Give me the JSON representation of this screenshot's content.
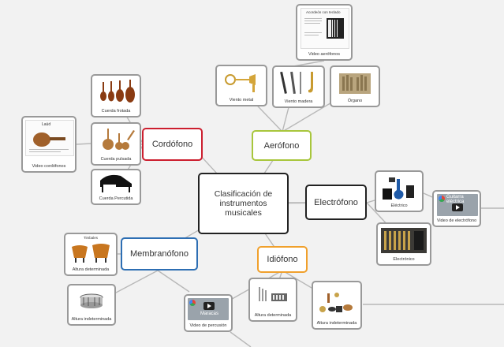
{
  "colors": {
    "center": "#222222",
    "cordofono": "#cc1f2f",
    "aerofono": "#a8c63c",
    "electrofono": "#222222",
    "membranofono": "#2d6eb3",
    "idiofono": "#f0a02c",
    "link": "#b8b8b8"
  },
  "center": {
    "label": "Clasificación de instrumentos musicales"
  },
  "branches": {
    "cordofono": "Cordófono",
    "aerofono": "Aerófono",
    "electrofono": "Electrófono",
    "membranofono": "Membranófono",
    "idiofono": "Idiófono"
  },
  "cards": {
    "cuerda_frotada": "Cuerda frotada",
    "cuerda_pulsada": "Cuerda pulsada",
    "cuerda_percutida": "Cuerda Percutida",
    "video_cordofonos": "Video cordófonos",
    "video_cordofonos_title": "Laúd",
    "viento_metal": "Viento metal",
    "viento_madera": "Viento madera",
    "organo": "Órgano",
    "video_aerofonos": "Video aerófonos",
    "video_aerofonos_title": "Acordeón con teclado",
    "electrico": "Eléctrico",
    "electronico": "Electrónico",
    "video_electrofono": "Video de electrófono",
    "video_electrofono_title": "Guitarra eléctrica",
    "membrana_altura_det": "Altura determinada",
    "membrana_altura_det_heading": "Timbales",
    "membrana_altura_indet": "Altura indeterminada",
    "video_percusion": "Video de percusión",
    "video_percusion_title": "Maracas",
    "idio_altura_det": "Altura determinada",
    "idio_altura_indet": "Altura indeterminada"
  }
}
